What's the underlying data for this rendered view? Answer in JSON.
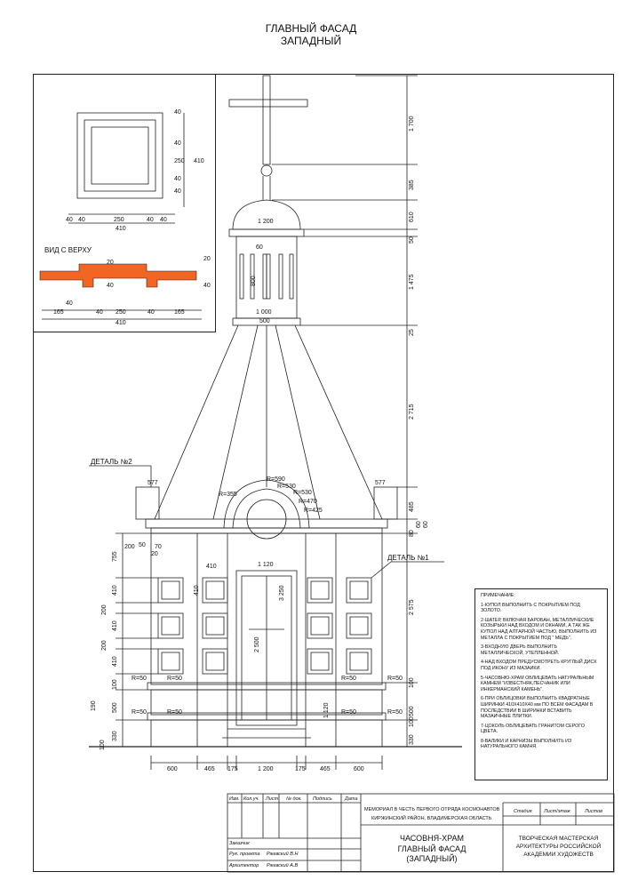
{
  "header": {
    "line1": "ГЛАВНЫЙ ФАСАД",
    "line2": "ЗАПАДНЫЙ"
  },
  "inset": {
    "view_label": "ВИД С ВЕРХУ",
    "plan_right_dims": [
      "40",
      "40",
      "250",
      "40",
      "40"
    ],
    "plan_total_right": "410",
    "plan_bottom_dims": [
      "40",
      "40",
      "250",
      "40",
      "40"
    ],
    "plan_total_bottom": "410",
    "section_dims": [
      "20",
      "20",
      "40",
      "40"
    ],
    "section_bottom_top": "40",
    "section_bottom_dims": [
      "165",
      "40",
      "250",
      "40",
      "165"
    ],
    "section_total": "410"
  },
  "facade": {
    "dome_width": "1 200",
    "lantern_opening": "60",
    "lantern_height": "800",
    "lantern_base": "1 000",
    "lantern_base2": "500",
    "radii": [
      "R=590",
      "R=530",
      "R=530",
      "R=470",
      "R=425",
      "R=355"
    ],
    "detail2": "ДЕТАЛЬ №2",
    "detail1": "ДЕТАЛЬ №1",
    "eave_left": "577",
    "eave_right": "577",
    "corner_dims": [
      "200",
      "50",
      "70",
      "20"
    ],
    "window_width": "410",
    "window_height": "410",
    "door_width": "1 120",
    "door_height_a": "3 250",
    "door_height_b": "2 500",
    "plinth_height": "1 120",
    "r50": "R=50",
    "bottom_dims": [
      "600",
      "465",
      "175",
      "1 200",
      "175",
      "465",
      "600"
    ]
  },
  "right_dims": [
    "1 700",
    "385",
    "610",
    "50",
    "1 475",
    "25",
    "2 715",
    "485",
    "60",
    "80",
    "60",
    "2 575",
    "100",
    "500",
    "100",
    "330"
  ],
  "left_dims": [
    "755",
    "410",
    "200",
    "410",
    "200",
    "410",
    "100",
    "500",
    "190",
    "330",
    "100"
  ],
  "notes": {
    "title": "ПРИМЕЧАНИЕ:",
    "items": [
      "1-КУПОЛ ВЫПОЛНИТЬ С ПОКРЫТИЕМ ПОД ЗОЛОТО.",
      "2-ШАТЕР, ВКЛЮЧАЯ БАРОБАН, МЕТАЛЛИЧЕСКИЕ КОЗЫРЬКИ НАД ВХОДОМ И ОКНАМИ, А ТАК ЖЕ КУПОЛ НАД АЛТАРНОЙ ЧАСТЬЮ, ВЫПОЛНИТЬ ИЗ МЕТАЛЛА С ПОКРЫТИЕМ ПОД \" МЕДЬ\".",
      "3-ВХОДНУЮ ДВЕРЬ ВЫПОЛНИТЬ МЕТАЛЛИЧЕСКОЙ, УТЕПЛЕННОЙ.",
      "4-НАД ВХОДОМ ПРЕДУСМОТРЕТЬ КРУГЛЫЙ ДИСК ПОД ИКОНУ ИЗ МАЗАИКИ.",
      "5-ЧАСОВНЮ-ХРАМ ОБЛИЦЕВАТЬ НАТУРАЛЬНЫМ КАМНЕМ \"ИЗВЕСТНЯК,ПЕСЧАНИК ИЛИ ИНКЕРМАНСКИЙ КАМЕНЬ\".",
      "6-ПРИ ОБЛИЦОВКИ ВЫПОЛНИТЬ КВАДРАТНЫЕ ШИРИНКИ 410Х410Х40 мм ПО ВСЕМ ФАСАДАМ В ПОСЛЕДСТВИИ В ШИРИНКИ ВСТАВИТЬ МАЗАИЧНЫЕ ПЛИТКИ.",
      "7-ЦОКОЛЬ ОБЛИЦЕВАТЬ ГРАНИТОМ СЕРОГО ЦВЕТА.",
      "8-ВАЛИКИ И КАРНИЗЫ ВЫПОЛНИТЬ ИЗ НАТУРАЛЬНОГО КАМНЯ."
    ]
  },
  "title_block": {
    "cols": [
      "Изм.",
      "Кол.уч.",
      "Лист",
      "№ док.",
      "Подпись",
      "Дата"
    ],
    "project": "МЕМОРИАЛ В ЧЕСТЬ ПЕРВОГО ОТРЯДА КОСМОНАВТОВ",
    "location": "КИРЖИНСКИЙ РАЙОН, ВЛАДИМЕРСКАЯ ОБЛАСТЬ",
    "stage": "Стадия",
    "sheet": "Лист/этаж",
    "sheets": "Листов",
    "role1": "Заказчик",
    "role2": "Рук. проекта",
    "name2": "Ржевский В.Н",
    "role3": "Архитектор",
    "name3": "Ржевский А.В",
    "drawing1": "ЧАСОВНЯ-ХРАМ",
    "drawing2": "ГЛАВНЫЙ ФАСАД",
    "drawing3": "(ЗАПАДНЫЙ)",
    "org1": "ТВОРЧЕСКАЯ МАСТЕРСКАЯ",
    "org2": "АРХИТЕКТУРЫ РОССИЙСКОЙ",
    "org3": "АКАДЕМИИ ХУДОЖЕСТВ"
  },
  "colors": {
    "line": "#222222",
    "accent": "#f26522"
  }
}
